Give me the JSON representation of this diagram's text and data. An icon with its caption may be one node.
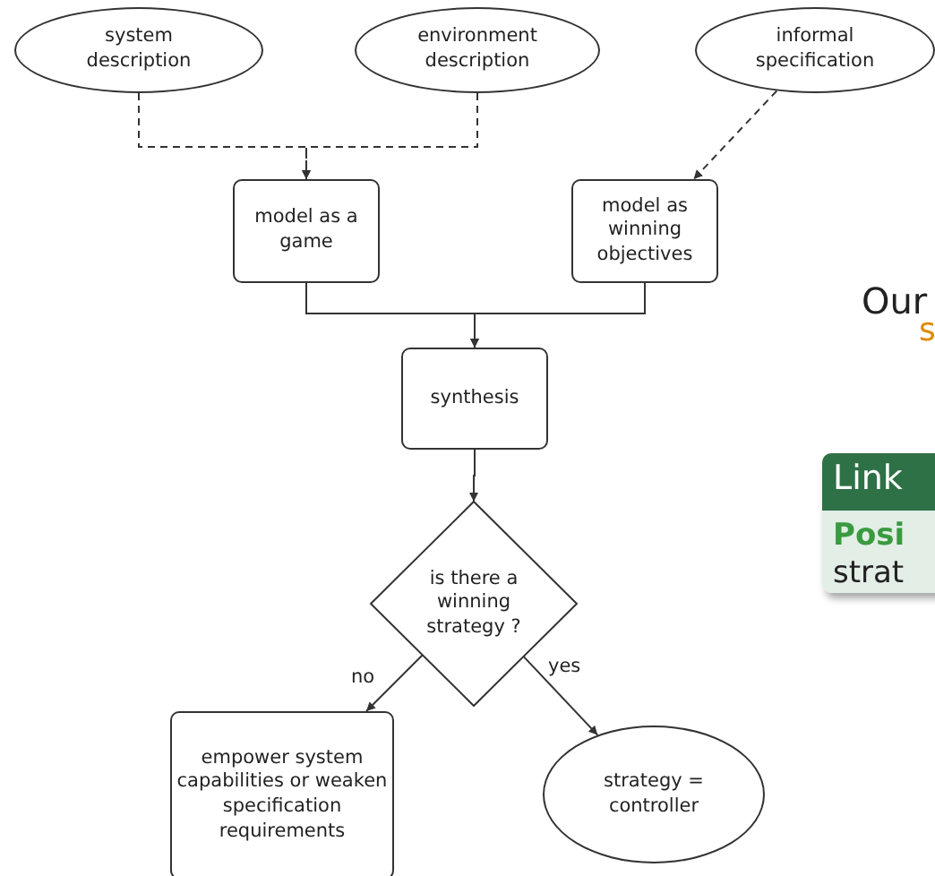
{
  "diagram": {
    "nodes": [
      {
        "text": [
          "system description"
        ]
      },
      {
        "text": [
          "environment description"
        ]
      },
      {
        "text": [
          "informal specification"
        ]
      },
      {
        "text": [
          "model as a game"
        ]
      },
      {
        "text": [
          "model as winning objectives"
        ]
      },
      {
        "text": [
          "synthesis"
        ]
      },
      {
        "text": [
          "is there a winning strategy ?"
        ]
      },
      {
        "text": [
          "empower system capabilities or weaken specification requirements"
        ]
      },
      {
        "text": [
          "strategy = controller"
        ]
      }
    ],
    "edges": [
      {
        "from": 0,
        "to": 3,
        "arrow": "to",
        "style": "dashed"
      },
      {
        "from": 1,
        "to": 3,
        "arrow": "to",
        "style": "dashed"
      },
      {
        "from": 2,
        "to": 4,
        "arrow": "to",
        "style": "dashed"
      },
      {
        "from": 3,
        "to": 5,
        "arrow": "to"
      },
      {
        "from": 4,
        "to": 5,
        "arrow": "to"
      },
      {
        "from": 5,
        "to": 6,
        "arrow": "to"
      },
      {
        "from": 6,
        "to": 7,
        "arrow": "to",
        "label": "no"
      },
      {
        "from": 6,
        "to": 8,
        "arrow": "to",
        "label": "yes"
      }
    ],
    "labels": [
      "Our",
      "s",
      "Link",
      "Posi",
      "strat"
    ]
  }
}
